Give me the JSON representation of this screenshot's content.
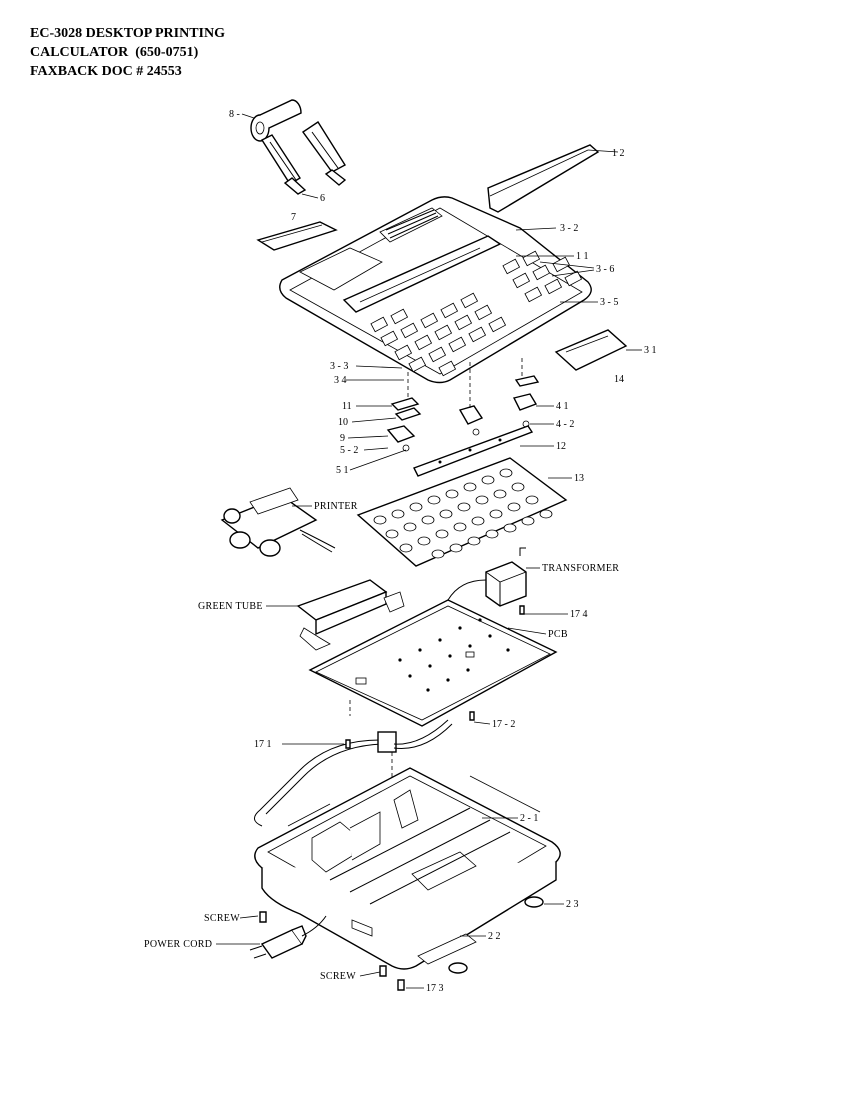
{
  "header": {
    "line1": "EC-3028 DESKTOP PRINTING",
    "line2": "CALCULATOR  (650-0751)",
    "line3": "FAXBACK DOC # 24553"
  },
  "labels": {
    "l8": "8 -",
    "l6": "6",
    "l7": "7",
    "l12a": "1  2",
    "l32": "3 - 2",
    "l11a": "1  1",
    "l36": "3 - 6",
    "l35": "3 - 5",
    "l33": "3 - 3",
    "l34": "3  4",
    "l31": "3  1",
    "l14": "14",
    "l11": "11",
    "l10": "10",
    "l9": "9",
    "l52": "5 - 2",
    "l51": "5  1",
    "l41": "4  1",
    "l42": "4 - 2",
    "l12": "12",
    "l13": "13",
    "printer": "PRINTER",
    "transformer": "TRANSFORMER",
    "l174": "17  4",
    "green_tube": "GREEN TUBE",
    "pcb": "PCB",
    "l172": "17 - 2",
    "l171": "17  1",
    "l21": "2 - 1",
    "screw1": "SCREW",
    "l23": "2  3",
    "power_cord": "POWER CORD",
    "l22": "2  2",
    "screw2": "SCREW",
    "l173": "17  3"
  }
}
